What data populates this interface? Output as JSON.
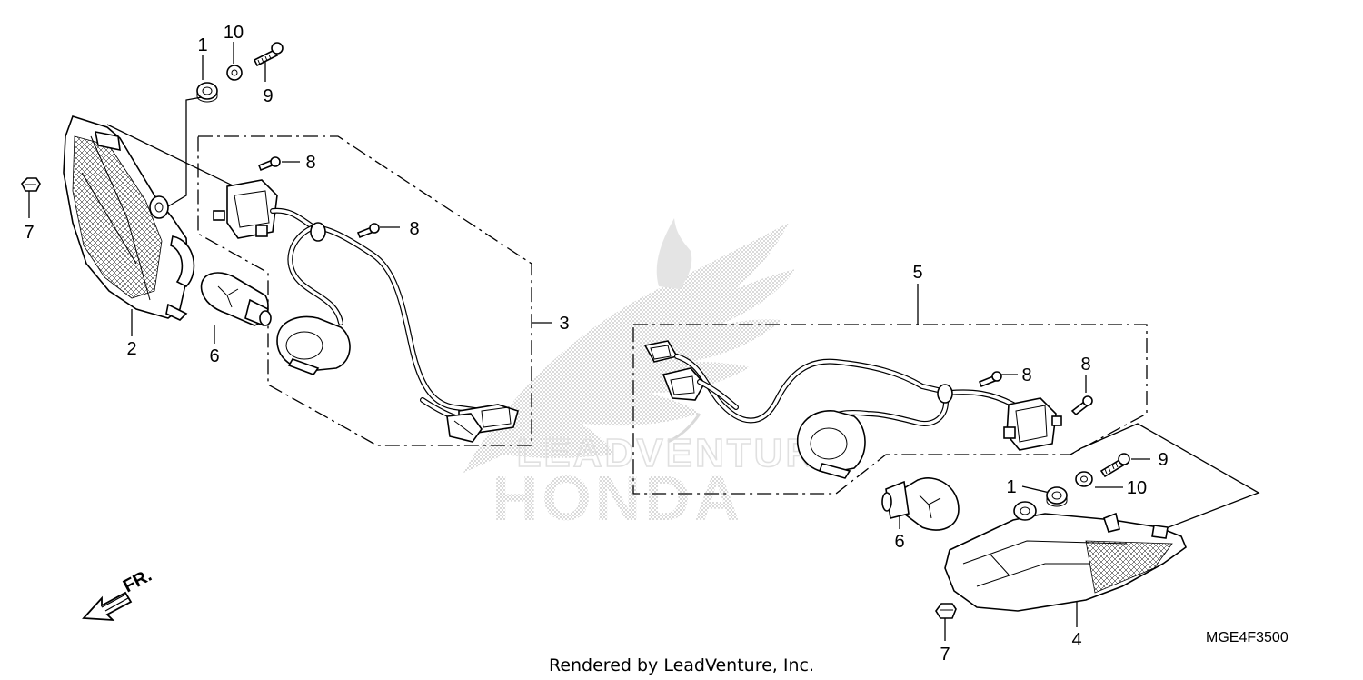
{
  "diagram": {
    "callouts": {
      "c1_top": "1",
      "c10_top": "10",
      "c9_top": "9",
      "c7_left": "7",
      "c8_a": "8",
      "c8_b": "8",
      "c2": "2",
      "c6_left": "6",
      "c3": "3",
      "c5": "5",
      "c8_c": "8",
      "c8_d": "8",
      "c9_right": "9",
      "c1_right": "1",
      "c10_right": "10",
      "c6_right": "6",
      "c4": "4",
      "c7_right": "7"
    },
    "direction_label": "FR.",
    "diagram_code": "MGE4F3500",
    "watermark_brand": "HONDA",
    "watermark_text": "LEADVENTURE",
    "footer": "Rendered by LeadVenture, Inc."
  }
}
